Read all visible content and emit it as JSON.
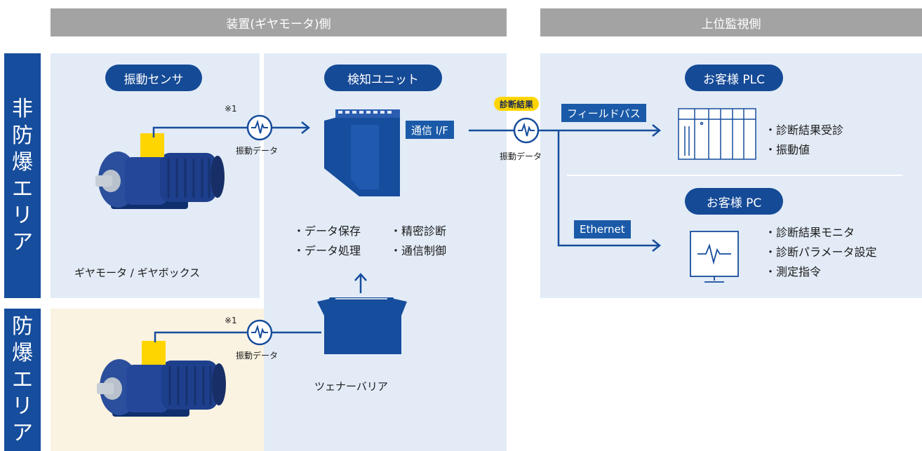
{
  "headers": {
    "device_side": "装置(ギヤモータ)側",
    "monitor_side": "上位監視側"
  },
  "zones": {
    "non_explosion": [
      "非",
      "防",
      "爆",
      "エ",
      "リ",
      "ア"
    ],
    "explosion": [
      "防",
      "爆",
      "エ",
      "リ",
      "ア"
    ]
  },
  "labels": {
    "vibration_sensor": "振動センサ",
    "detection_unit": "検知ユニット",
    "customer_plc": "お客様 PLC",
    "customer_pc": "お客様 PC",
    "gear_motor": "ギヤモータ / ギヤボックス",
    "zener_barrier": "ツェナーバリア",
    "note_mark": "※1",
    "vibration_data": "振動データ",
    "comm_if": "通信 I/F",
    "diag_result": "診断結果",
    "fieldbus": "フィールドバス",
    "ethernet": "Ethernet"
  },
  "unit_functions": [
    "データ保存",
    "精密診断",
    "データ処理",
    "通信制御"
  ],
  "plc_functions": [
    "診断結果受診",
    "振動値"
  ],
  "pc_functions": [
    "診断結果モニタ",
    "診断パラメータ設定",
    "測定指令"
  ],
  "bullet": "・",
  "colors": {
    "navy": "#164d9c",
    "header_gray": "#a3a3a3",
    "light_blue_panel": "#e2ebf6",
    "beige_panel": "#fbf3e1",
    "sensor_yellow": "#ffd500"
  }
}
